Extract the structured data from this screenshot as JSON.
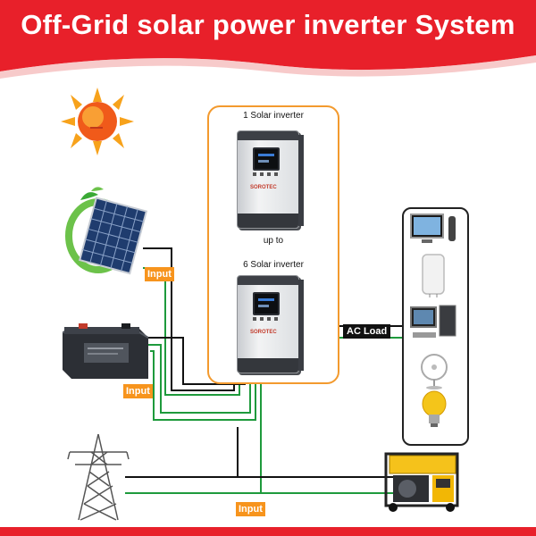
{
  "header": {
    "title": "Off-Grid solar power inverter System"
  },
  "inverters": {
    "top_label": "1 Solar inverter",
    "middle_label": "up to",
    "bottom_label": "6 Solar inverter",
    "brand": "SOROTEC"
  },
  "tags": {
    "solar_input": "Input",
    "battery_input": "Input",
    "grid_input": "Input",
    "ac_load": "AC Load"
  },
  "colors": {
    "header_red": "#e8202a",
    "frame_orange": "#f39a2e",
    "tag_orange": "#f7941d",
    "wire_green": "#1e9a3c",
    "wire_black": "#111111"
  },
  "icons": [
    "sun-icon",
    "solar-panel-icon",
    "battery-icon",
    "power-pylon-icon",
    "generator-icon",
    "tv-icon",
    "water-heater-icon",
    "computer-icon",
    "fan-icon",
    "light-bulb-icon"
  ]
}
